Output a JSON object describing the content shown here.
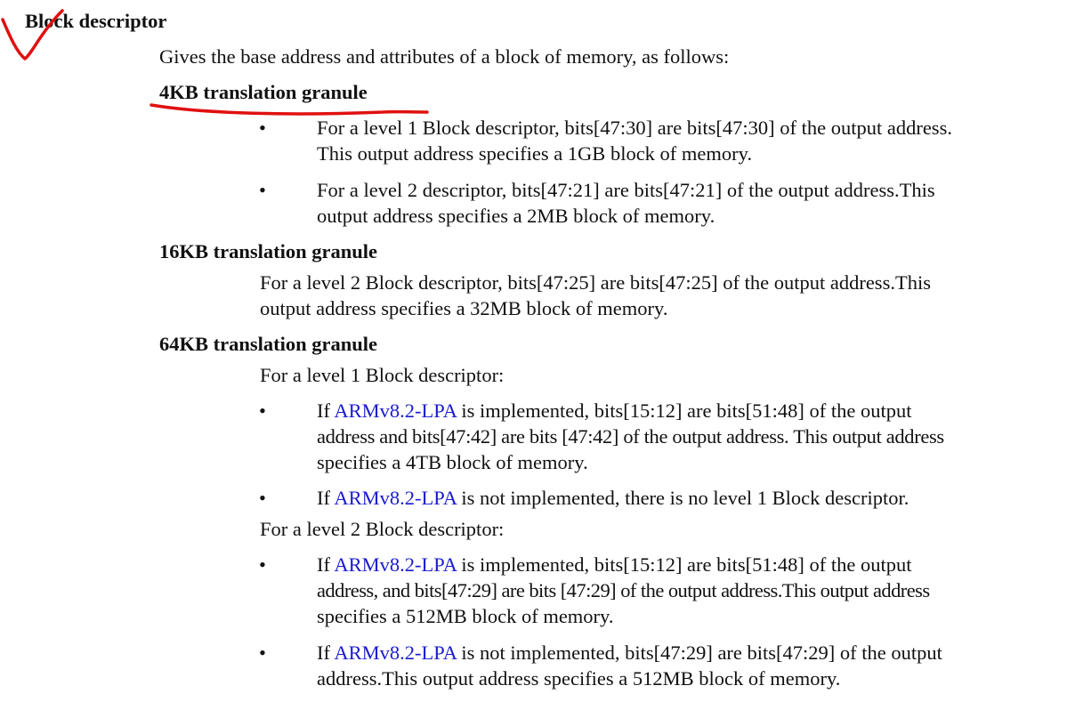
{
  "section_title": "Block descriptor",
  "intro": "Gives the base address and attributes of a block of memory, as follows:",
  "granule_4kb": {
    "heading": "4KB translation granule",
    "items": [
      {
        "line1": "For a level 1 Block descriptor, bits[47:30] are bits[47:30] of the output address.",
        "line2": "This output address specifies a 1GB block of memory."
      },
      {
        "line1": "For a level 2 descriptor, bits[47:21] are bits[47:21] of the output address.This",
        "line2": "output address specifies a 2MB block of memory."
      }
    ]
  },
  "granule_16kb": {
    "heading": "16KB translation granule",
    "line1": "For a level 2 Block descriptor, bits[47:25] are bits[47:25] of the output address.This",
    "line2": "output address specifies a 32MB block of memory."
  },
  "granule_64kb": {
    "heading": "64KB translation granule",
    "level1_intro": "For a level 1 Block descriptor:",
    "level1_items": [
      {
        "prefix": "If ",
        "link": "ARMv8.2-LPA",
        "line1_rest": " is implemented, bits[15:12] are bits[51:48] of the output",
        "line2": "address and bits[47:42] are bits [47:42] of the output address. This output address",
        "line3": "specifies a 4TB block of memory."
      },
      {
        "prefix": "If ",
        "link": "ARMv8.2-LPA",
        "line1_rest": " is not implemented, there is no level 1 Block descriptor."
      }
    ],
    "level2_intro": "For a level 2 Block descriptor:",
    "level2_items": [
      {
        "prefix": "If ",
        "link": "ARMv8.2-LPA",
        "line1_rest": " is implemented, bits[15:12] are bits[51:48] of the output",
        "line2": "address, and bits[47:29] are bits [47:29] of the output address.This output address",
        "line3": "specifies a 512MB block of memory."
      },
      {
        "prefix": "If ",
        "link": "ARMv8.2-LPA",
        "line1_rest": " is not implemented, bits[47:29] are bits[47:29] of the output",
        "line2": "address.This output address specifies a 512MB block of memory."
      }
    ]
  },
  "bullet_char": "•",
  "annotation_color": "#e01010",
  "link_color": "#1a1ad0"
}
